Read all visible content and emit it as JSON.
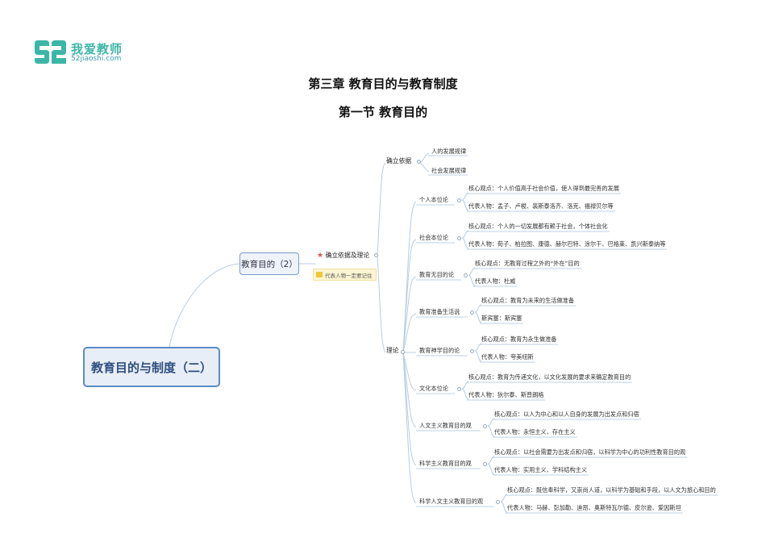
{
  "logo": {
    "cn": "我爱教师",
    "en": "52jiaoshi.com",
    "color": "#3cb6a6"
  },
  "chapter_title": "第三章  教育目的与教育制度",
  "section_title": "第一节  教育目的",
  "mindmap": {
    "root": "教育目的与制度（二）",
    "child": "教育目的（2）",
    "branch1": {
      "label": "确立依据及理论",
      "note": "代表人物一定要记住"
    },
    "basis": {
      "label": "确立依据",
      "items": [
        "人的发展规律",
        "社会发展规律"
      ]
    },
    "theory": {
      "label": "理论",
      "groups": [
        {
          "label": "个人本位论",
          "items": [
            "核心观点：个人价值高于社会价值，使人得到最完善的发展",
            "代表人物：孟子、卢梭、裴斯泰洛齐、洛克、福禄贝尔等"
          ]
        },
        {
          "label": "社会本位论",
          "items": [
            "核心观点：个人的一切发展都有赖于社会，个体社会化",
            "代表人物：荀子、柏拉图、康德、赫尔巴特、涂尔干、巴格莱、凯兴斯泰纳等"
          ]
        },
        {
          "label": "教育无目的论",
          "items": [
            "核心观点：无教育过程之外的“外在”目的",
            "代表人物：杜威"
          ]
        },
        {
          "label": "教育准备生活说",
          "items": [
            "核心观点：教育为未来的生活做准备",
            "斯宾塞：斯宾塞"
          ]
        },
        {
          "label": "教育神学目的论",
          "items": [
            "核心观点：教育为永生做准备",
            "代表人物：夸美纽斯"
          ]
        },
        {
          "label": "文化本位论",
          "items": [
            "核心观点：教育为传递文化，以文化发展的要求来确定教育目的",
            "代表人物：狄尔泰、斯普朗格"
          ]
        },
        {
          "label": "人文主义教育目的观",
          "items": [
            "核心观点：以人为中心和以人自身的发展为出发点和归宿",
            "代表人物：永恒主义、存在主义"
          ]
        },
        {
          "label": "科学主义教育目的观",
          "items": [
            "核心观点：以社会需要为出发点和归宿，以科学为中心的功利性教育目的观",
            "代表人物：实用主义、学科结构主义"
          ]
        },
        {
          "label": "科学人文主义教育目的观",
          "items": [
            "核心观点：既信奉科学，又崇尚人道，以科学为基础和手段，以人文为旅心和目的",
            "代表人物：马赫、彭加勒、迪昂、奥斯特瓦尔德、皮尔逊、爱因斯坦"
          ]
        }
      ]
    }
  }
}
